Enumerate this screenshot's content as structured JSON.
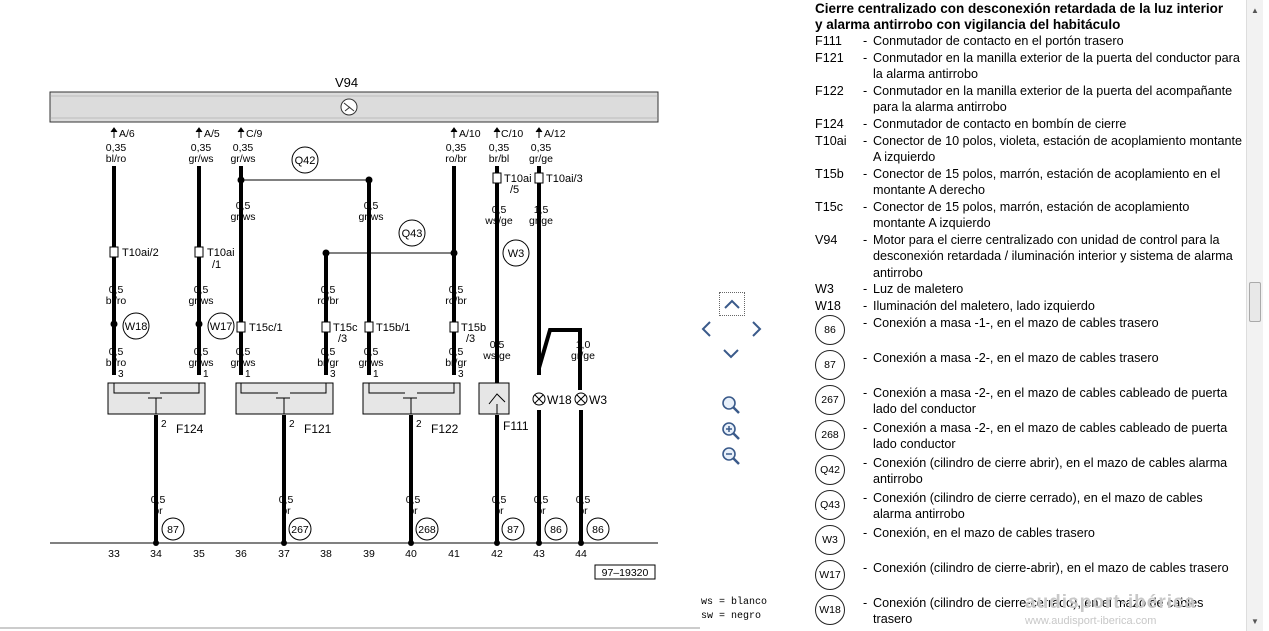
{
  "diagram": {
    "motor_label": "V94",
    "top_pins": {
      "a6": "A/6",
      "a5": "A/5",
      "c9": "C/9",
      "a10": "A/10",
      "c10": "C/10",
      "a12": "A/12"
    },
    "wires": {
      "w1_top": [
        "0,35",
        "bl/ro"
      ],
      "w2_top": [
        "0,35",
        "gr/ws"
      ],
      "w3_top": [
        "0,35",
        "gr/ws"
      ],
      "w4_top": [
        "0,35",
        "ro/br"
      ],
      "w5_top": [
        "0,35",
        "br/bl"
      ],
      "w6_top": [
        "0,35",
        "gr/ge"
      ],
      "w3_mid": [
        "0,5",
        "gr/ws"
      ],
      "w_q42_right": [
        "0,5",
        "gr/ws"
      ],
      "w5_mid": [
        "0,5",
        "ws/ge"
      ],
      "w6_mid": [
        "1,5",
        "gr/ge"
      ],
      "w1_mid": [
        "0,5",
        "bl/ro"
      ],
      "w2_mid": [
        "0,5",
        "gr/ws"
      ],
      "w_q43_left": [
        "0,5",
        "ro/br"
      ],
      "w4_mid": [
        "0,5",
        "ro/br"
      ],
      "w1_bot": [
        "0,5",
        "bl/ro"
      ],
      "w2_bot": [
        "0,5",
        "gr/ws"
      ],
      "w3_bot": [
        "0,5",
        "gr/ws"
      ],
      "w_brgr": [
        "0,5",
        "br/gr"
      ],
      "w_grws": [
        "0,5",
        "gr/ws"
      ],
      "w4_bot": [
        "0,5",
        "br/gr"
      ],
      "w5_bot": [
        "0,5",
        "ws/ge"
      ],
      "w6_bot": [
        "1,0",
        "gr/ge"
      ],
      "g1": [
        "0,5",
        "br"
      ],
      "g2": [
        "0,5",
        "br"
      ],
      "g3": [
        "0,5",
        "br"
      ],
      "g4": [
        "0,5",
        "br"
      ],
      "g5": [
        "0,5",
        "br"
      ],
      "g6": [
        "0,5",
        "br"
      ]
    },
    "connectors": {
      "t10ai_2": "T10ai/2",
      "t10ai_1a": "T10ai",
      "t10ai_1b": "/1",
      "t10ai_5a": "T10ai",
      "t10ai_5b": "/5",
      "t10ai_3": "T10ai/3",
      "t15c_1": "T15c/1",
      "t15c_3a": "T15c",
      "t15c_3b": "/3",
      "t15b_1": "T15b/1",
      "t15b_3a": "T15b",
      "t15b_3b": "/3"
    },
    "junctions": [
      "Q42",
      "Q43",
      "W3",
      "W18",
      "W17"
    ],
    "switches": [
      "F124",
      "F121",
      "F122",
      "F111"
    ],
    "lamps": [
      "W18",
      "W3"
    ],
    "pin_numbers": [
      "3",
      "1",
      "1",
      "3",
      "1",
      "3",
      "2"
    ],
    "grounds": [
      "87",
      "267",
      "268",
      "87",
      "86",
      "86"
    ],
    "ruler": [
      "33",
      "34",
      "35",
      "36",
      "37",
      "38",
      "39",
      "40",
      "41",
      "42",
      "43",
      "44"
    ],
    "ref_code": "97–19320"
  },
  "controls": {
    "pan_up": "pan-up",
    "pan_left": "pan-left",
    "pan_right": "pan-right",
    "pan_down": "pan-down",
    "zoom": "zoom",
    "zoom_in": "zoom-in",
    "zoom_out": "zoom-out"
  },
  "abbreviations": [
    "ws = blanco",
    "sw = negro"
  ],
  "legend": {
    "title_line1": "Cierre centralizado con desconexión retardada de la luz interior",
    "title_line2": "y alarma antirrobo con vigilancia del habitáculo",
    "items": [
      {
        "code": "F111",
        "desc": "Conmutador de contacto en el portón trasero"
      },
      {
        "code": "F121",
        "desc": "Conmutador en la manilla exterior de la puerta del conductor para la alarma antirrobo"
      },
      {
        "code": "F122",
        "desc": "Conmutador en la manilla exterior de la puerta del acompañante para la alarma antirrobo"
      },
      {
        "code": "F124",
        "desc": "Conmutador de contacto en bombín de cierre"
      },
      {
        "code": "T10ai",
        "desc": "Conector de 10 polos, violeta, estación de acoplamiento montante A izquierdo"
      },
      {
        "code": "T15b",
        "desc": "Conector de 15 polos, marrón, estación de acoplamiento en el montante A derecho"
      },
      {
        "code": "T15c",
        "desc": "Conector de 15 polos, marrón, estación de acoplamiento montante A izquierdo"
      },
      {
        "code": "V94",
        "desc": "Motor para el cierre centralizado con unidad de control para la desconexión retardada / iluminación interior y sistema de alarma antirrobo"
      },
      {
        "code": "W3",
        "desc": "Luz de maletero"
      },
      {
        "code": "W18",
        "desc": "Iluminación del maletero, lado izquierdo"
      }
    ],
    "circle_items": [
      {
        "code": "86",
        "desc": "Conexión a masa -1-, en el mazo de cables trasero"
      },
      {
        "code": "87",
        "desc": "Conexión a masa -2-, en el mazo de cables trasero"
      },
      {
        "code": "267",
        "desc": "Conexión a masa -2-, en el mazo de cables cableado de puerta lado del conductor"
      },
      {
        "code": "268",
        "desc": "Conexión a masa -2-, en el mazo de cables cableado de puerta lado conductor"
      },
      {
        "code": "Q42",
        "desc": "Conexión (cilindro de cierre abrir), en el mazo de cables alarma antirrobo"
      },
      {
        "code": "Q43",
        "desc": "Conexión (cilindro de cierre cerrado), en el mazo de cables alarma antirrobo"
      },
      {
        "code": "W3",
        "desc": "Conexión, en el mazo de cables trasero"
      },
      {
        "code": "W17",
        "desc": "Conexión (cilindro de cierre-abrir), en el mazo de cables trasero"
      },
      {
        "code": "W18",
        "desc": "Conexión (cilindro de cierre-cerrado), en el mazo de cables trasero"
      }
    ]
  },
  "watermark": {
    "line1": "audisport-ibérica",
    "line2": "www.audisport-iberica.com"
  }
}
